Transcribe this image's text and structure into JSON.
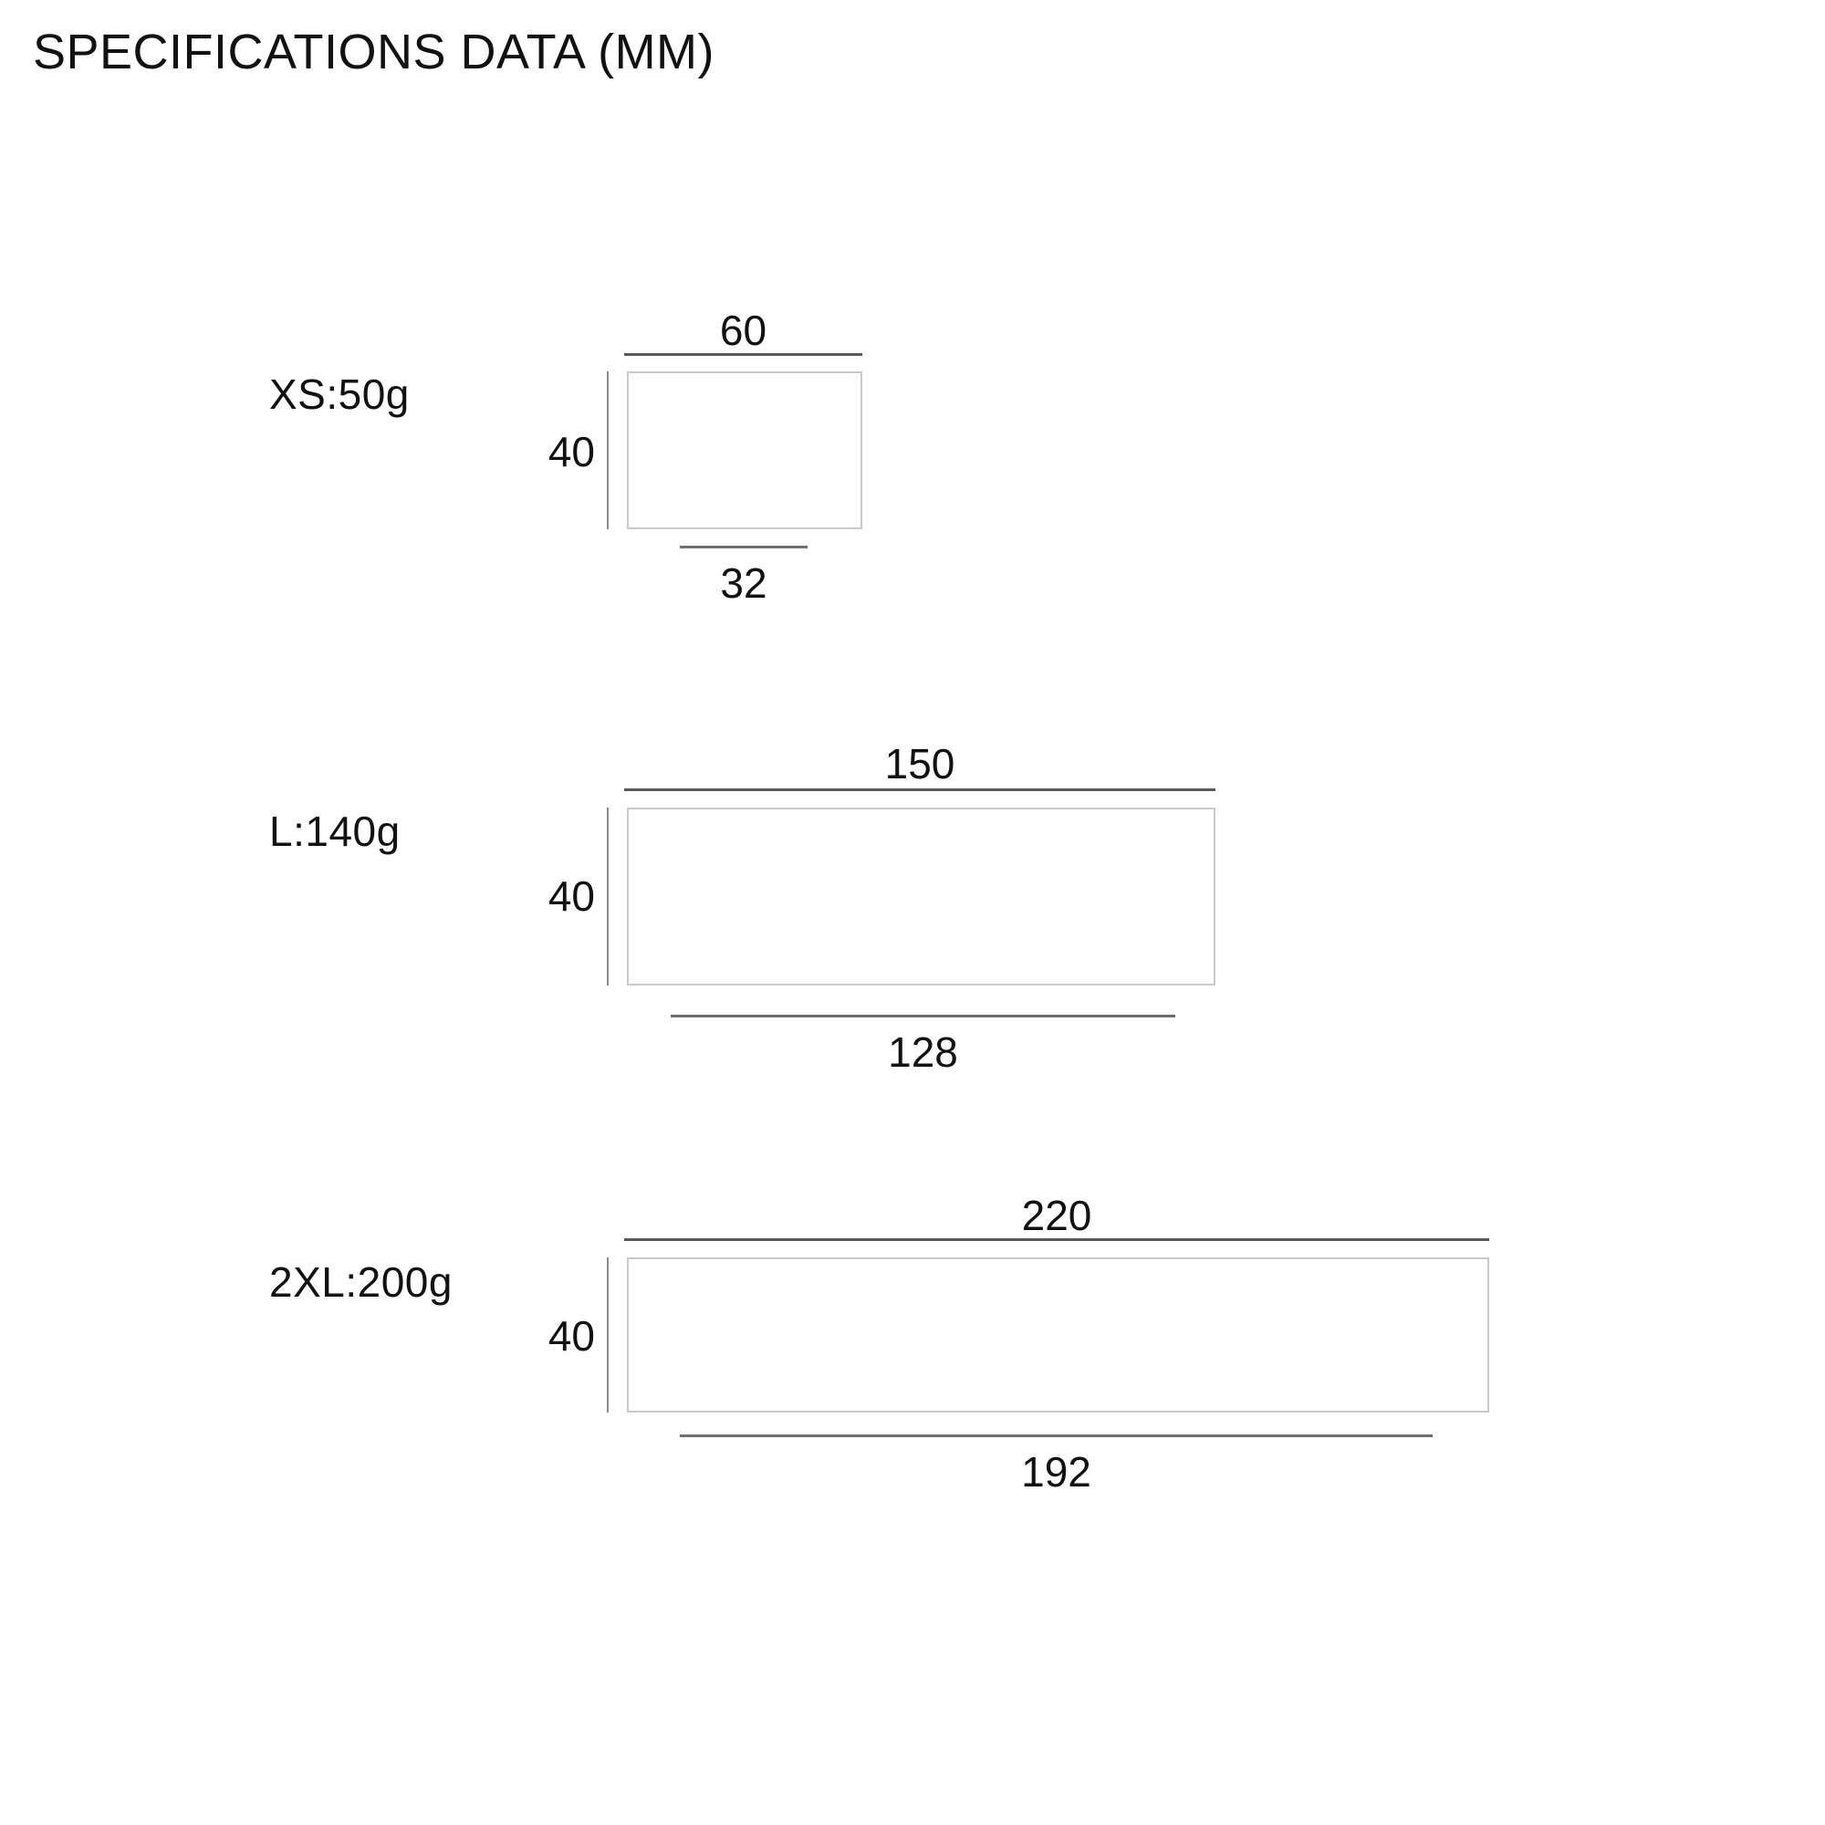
{
  "title": "SPECIFICATIONS DATA (MM)",
  "units": "MM",
  "chart_data": {
    "type": "table",
    "title": "SPECIFICATIONS DATA (MM)",
    "units": "mm",
    "columns": [
      "size",
      "weight",
      "top_width",
      "height",
      "bottom_width"
    ],
    "rows": [
      {
        "size": "XS",
        "weight": "50g",
        "top_width": 60,
        "height": 40,
        "bottom_width": 32
      },
      {
        "size": "L",
        "weight": "140g",
        "top_width": 150,
        "height": 40,
        "bottom_width": 128
      },
      {
        "size": "2XL",
        "weight": "200g",
        "top_width": 220,
        "height": 40,
        "bottom_width": 192
      }
    ]
  },
  "blocks": [
    {
      "label": "XS:50g",
      "top_dim": "60",
      "height_dim": "40",
      "bottom_dim": "32"
    },
    {
      "label": "L:140g",
      "top_dim": "150",
      "height_dim": "40",
      "bottom_dim": "128"
    },
    {
      "label": "2XL:200g",
      "top_dim": "220",
      "height_dim": "40",
      "bottom_dim": "192"
    }
  ],
  "colors": {
    "background": "#ffffff",
    "text": "#111111",
    "rect_stroke": "#c9c9c9",
    "dim_line": "#5a5a5a"
  }
}
